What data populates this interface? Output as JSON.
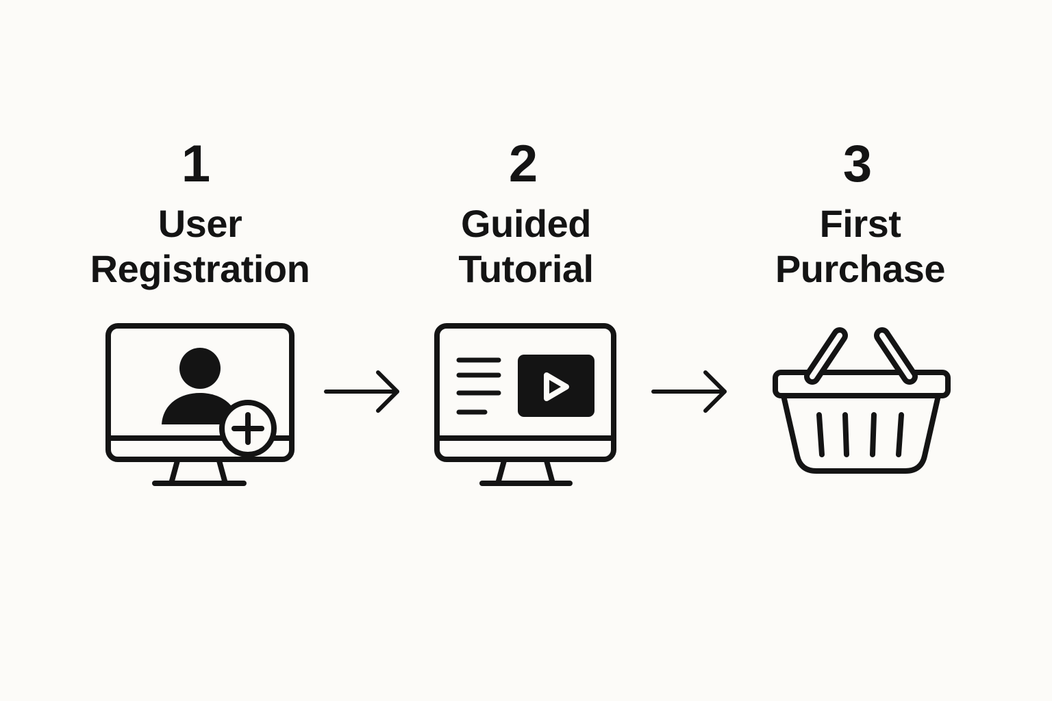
{
  "colors": {
    "background": "#fcfbf8",
    "ink": "#141414"
  },
  "steps": [
    {
      "number": "1",
      "title_lines": [
        "User",
        "Registration"
      ],
      "icon": "monitor-user-add-icon"
    },
    {
      "number": "2",
      "title_lines": [
        "Guided",
        "Tutorial"
      ],
      "icon": "monitor-video-tutorial-icon"
    },
    {
      "number": "3",
      "title_lines": [
        "First",
        "Purchase"
      ],
      "icon": "shopping-basket-icon"
    }
  ],
  "connectors": [
    {
      "from": "1",
      "to": "2",
      "icon": "arrow-right-icon"
    },
    {
      "from": "2",
      "to": "3",
      "icon": "arrow-right-icon"
    }
  ]
}
